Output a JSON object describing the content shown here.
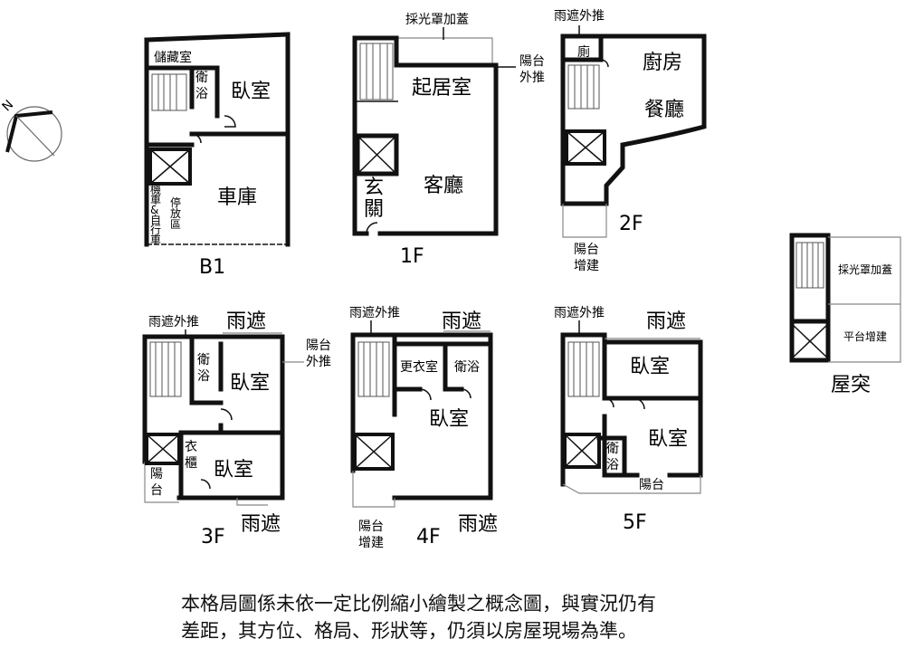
{
  "floors": {
    "b1": {
      "level": "B1",
      "storage": "儲藏室",
      "bath": "衛浴",
      "bedroom": "臥室",
      "garage": "車庫",
      "bike_parking": [
        "機",
        "車",
        "&",
        "自",
        "行",
        "車"
      ],
      "bike_parking2": [
        "停",
        "放",
        "區"
      ]
    },
    "f1": {
      "level": "1F",
      "skylight": "採光罩加蓋",
      "balcony_out": [
        "陽台",
        "外推"
      ],
      "living_room": "起居室",
      "guest_hall": "客廳",
      "entrance": [
        "玄",
        "關"
      ]
    },
    "f2": {
      "level": "2F",
      "canopy_out": "雨遮外推",
      "toilet": "廁",
      "kitchen": "廚房",
      "dining": "餐廳",
      "balcony_add": [
        "陽台",
        "增建"
      ]
    },
    "f3": {
      "level": "3F",
      "canopy_out": "雨遮外推",
      "canopy": "雨遮",
      "canopy_bottom": "雨遮",
      "bath": [
        "衛",
        "浴"
      ],
      "bedroom1": "臥室",
      "bedroom2": "臥室",
      "balcony_out": [
        "陽台",
        "外推"
      ],
      "closet": [
        "衣",
        "櫃"
      ],
      "balcony": [
        "陽",
        "台"
      ]
    },
    "f4": {
      "level": "4F",
      "canopy_out": "雨遮外推",
      "canopy": "雨遮",
      "canopy_bottom": "雨遮",
      "dressing": "更衣室",
      "bath": "衛浴",
      "bedroom": "臥室",
      "balcony_add": [
        "陽台",
        "增建"
      ]
    },
    "f5": {
      "level": "5F",
      "canopy_out": "雨遮外推",
      "canopy": "雨遮",
      "bedroom1": "臥室",
      "bedroom2": "臥室",
      "bath": [
        "衛",
        "浴"
      ],
      "balcony": "陽台"
    },
    "roof": {
      "level": "屋突",
      "skylight": "採光罩加蓋",
      "platform_add": "平台增建"
    }
  },
  "compass": {
    "label": "N"
  },
  "note": {
    "line1": "本格局圖係未依一定比例縮小繪製之概念圖，與實況仍有",
    "line2": "差距，其方位、格局、形狀等，仍須以房屋現場為準。"
  }
}
